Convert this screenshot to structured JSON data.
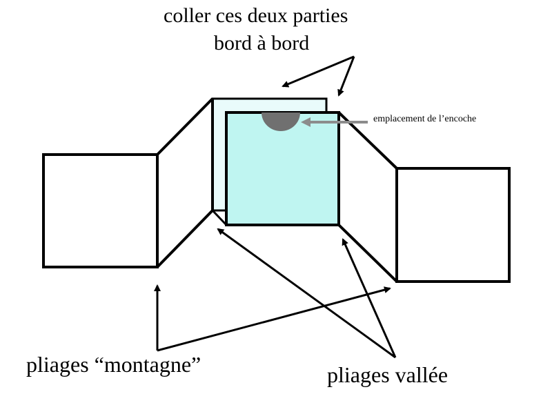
{
  "labels": {
    "glue_line1": "coller ces deux parties",
    "glue_line2": "bord à bord",
    "notch": "emplacement de l’encoche",
    "mountain_folds": "pliages “montagne”",
    "valley_folds": "pliages vallée"
  },
  "colors": {
    "line": "#000000",
    "back_panel_fill": "#e9fbfb",
    "front_panel_fill": "#bff5f1",
    "notch_fill": "#707070",
    "notch_arrow": "#8c8c8c",
    "background": "#ffffff"
  }
}
